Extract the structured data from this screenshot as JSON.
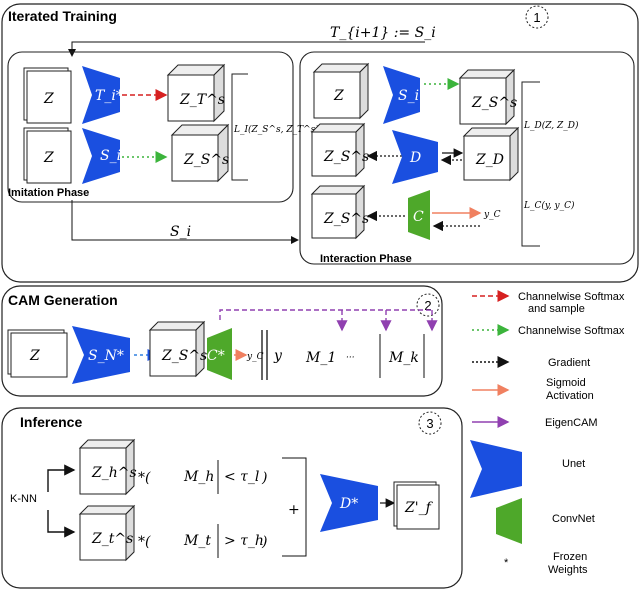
{
  "sections": {
    "iterated_training": "Iterated Training",
    "cam_generation": "CAM Generation",
    "inference": "Inference"
  },
  "section_numbers": [
    "1",
    "2",
    "3"
  ],
  "phases": {
    "imitation": "Imitation Phase",
    "interaction": "Interaction Phase"
  },
  "math": {
    "top_assign": "T_{i+1} := S_i",
    "s_i": "S_i",
    "z": "Z",
    "t_i_star": "T_i*",
    "z_t_s": "Z_T^s",
    "z_s_s": "Z_S^s",
    "loss_imitation": "L_I(Z_S^s, Z_T^s)",
    "loss_d": "L_D(Z, Z_D)",
    "loss_c": "L_C(y, y_C)",
    "d": "D",
    "z_d": "Z_D",
    "c": "C",
    "y_c": "y_C",
    "s_n_star": "S_N*",
    "c_star": "C*",
    "y": "y",
    "m1": "M_1",
    "dots": "···",
    "mk": "M_k",
    "knn": "K-NN",
    "z_h_s": "Z_h^s",
    "z_t2_s": "Z_t^s",
    "mh_expr": "M_h",
    "mh_cmp": "< τ_l",
    "mt_expr": "M_t",
    "mt_cmp": "> τ_h",
    "plus": "+",
    "d_star": "D*",
    "z_f": "Z'_f"
  },
  "legend": [
    {
      "label": "Channelwise Softmax and sample",
      "style": "red-dashed"
    },
    {
      "label": "Channelwise Softmax",
      "style": "green-dotted"
    },
    {
      "label": "Gradient",
      "style": "black-dotted"
    },
    {
      "label": "Sigmoid Activation",
      "style": "orange-solid"
    },
    {
      "label": "EigenCAM",
      "style": "purple-solid"
    },
    {
      "label": "Unet",
      "style": "blue-bowtie"
    },
    {
      "label": "ConvNet",
      "style": "green-trapezoid"
    },
    {
      "label": "Frozen Weights",
      "style": "star"
    }
  ],
  "colors": {
    "unet": "#1a4fe0",
    "convnet": "#4ea82a",
    "red": "#d62020",
    "green": "#3cb43c",
    "orange": "#f08060",
    "purple": "#9040b0"
  }
}
